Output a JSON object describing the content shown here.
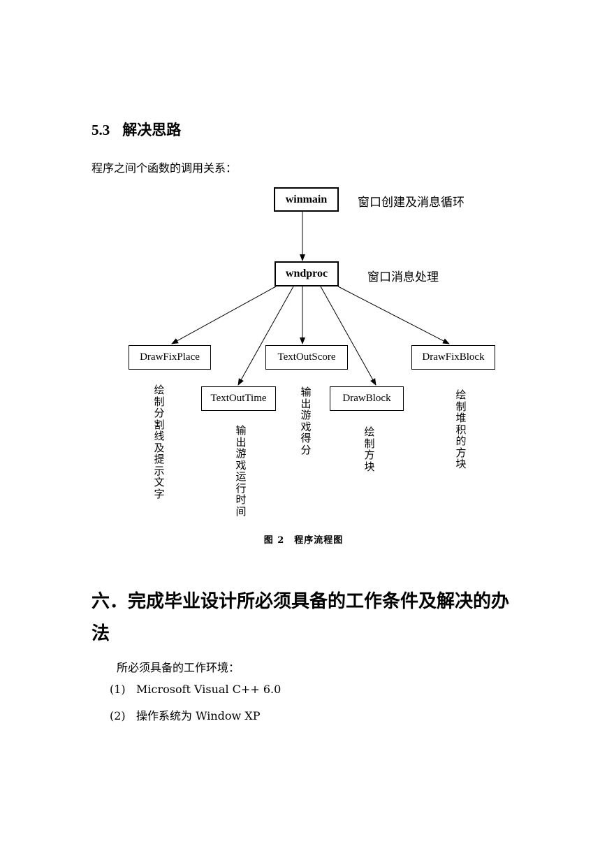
{
  "section": {
    "number": "5.3",
    "title": "解决思路"
  },
  "intro": "程序之间个函数的调用关系：",
  "diagram": {
    "nodes": {
      "winmain": "winmain",
      "wndproc": "wndproc",
      "drawfixplace": "DrawFixPlace",
      "textouttime": "TextOutTime",
      "textoutscore": "TextOutScore",
      "drawblock": "DrawBlock",
      "drawfixblock": "DrawFixBlock"
    },
    "notes": {
      "winmain": "窗口创建及消息循环",
      "wndproc": "窗口消息处理",
      "drawfixplace": "绘制分割线及提示文字",
      "textouttime": "输出游戏运行时间",
      "textoutscore": "输出游戏得分",
      "drawblock": "绘制方块",
      "drawfixblock": "绘制堆积的方块"
    },
    "caption": "图 2　程序流程图"
  },
  "chapter": {
    "title": "六．完成毕业设计所必须具备的工作条件及解决的办法"
  },
  "env_intro": "所必须具备的工作环境：",
  "requirements": [
    {
      "marker": "(1)",
      "text": "Microsoft Visual C++ 6.0"
    },
    {
      "marker": "(2)",
      "text": "操作系统为 Window XP"
    }
  ]
}
